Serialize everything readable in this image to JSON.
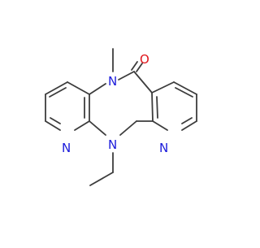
{
  "structure": {
    "atom_labels": {
      "n_methyl": "N",
      "methyl": "CH3 (implicit)",
      "oxygen": "O",
      "n_left_pyridine": "N",
      "n_bridge": "N",
      "n_right_pyridine": "N"
    },
    "text": {
      "n_methyl": "N",
      "oxygen": "O",
      "n_left_pyridine": "N",
      "n_bridge": "N",
      "n_right_pyridine": "N"
    }
  },
  "colors": {
    "bond": "#3c3c3c",
    "nitrogen": "#1a1adb",
    "oxygen": "#e0141a",
    "background": "#ffffff"
  }
}
